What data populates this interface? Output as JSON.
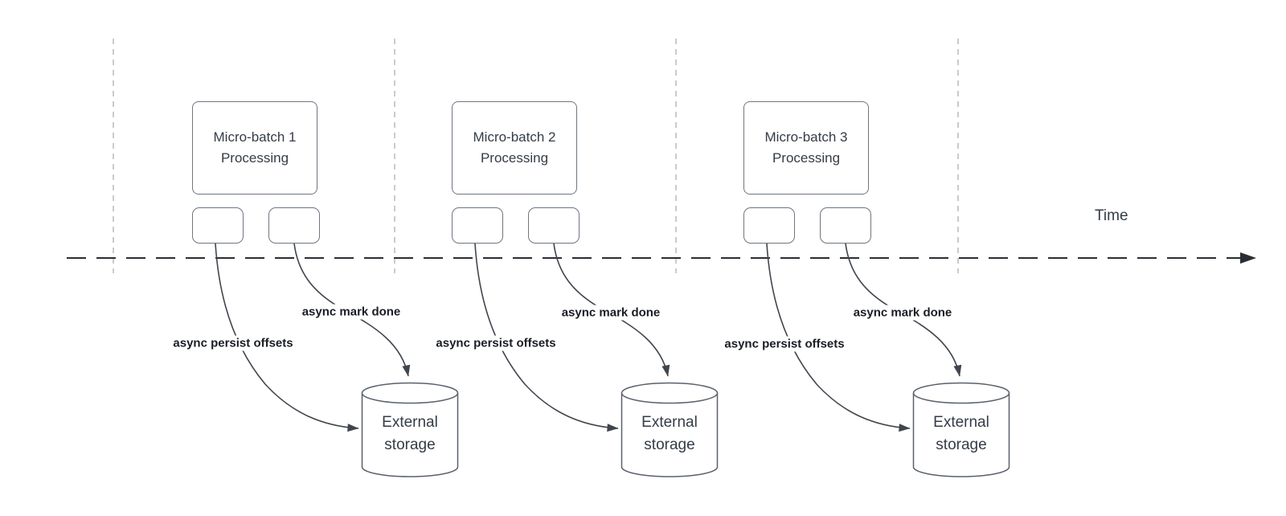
{
  "diagram": {
    "time_label": "Time",
    "sections": [
      {
        "batch": "Micro-batch 1\nProcessing",
        "persist": "async persist offsets",
        "mark_done": "async mark done",
        "storage": "External\nstorage"
      },
      {
        "batch": "Micro-batch 2\nProcessing",
        "persist": "async persist offsets",
        "mark_done": "async mark done",
        "storage": "External\nstorage"
      },
      {
        "batch": "Micro-batch 3\nProcessing",
        "persist": "async persist offsets",
        "mark_done": "async mark done",
        "storage": "External\nstorage"
      }
    ],
    "colors": {
      "background": "#ffffff",
      "time_axis": "#2a2e34",
      "interval_line": "#b8babe",
      "edge_line": "#40454d",
      "shape_border": "#6e7680",
      "cylinder_border": "#59616b",
      "node_text": "#343c46",
      "edge_label_text": "#191d23"
    }
  }
}
